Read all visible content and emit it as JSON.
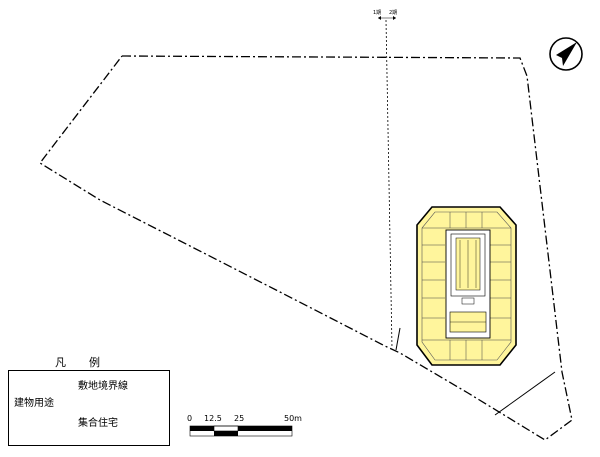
{
  "phase_marker": {
    "left": "1期",
    "right": "2期"
  },
  "legend": {
    "title": "凡　例",
    "boundary_label": "敷地境界線",
    "use_heading": "建物用途",
    "housing_label": "集合住宅"
  },
  "scale": {
    "ticks": [
      "0",
      "12.5",
      "25",
      "50m"
    ]
  },
  "colors": {
    "housing_fill": "#fff59c",
    "line": "#000000"
  }
}
